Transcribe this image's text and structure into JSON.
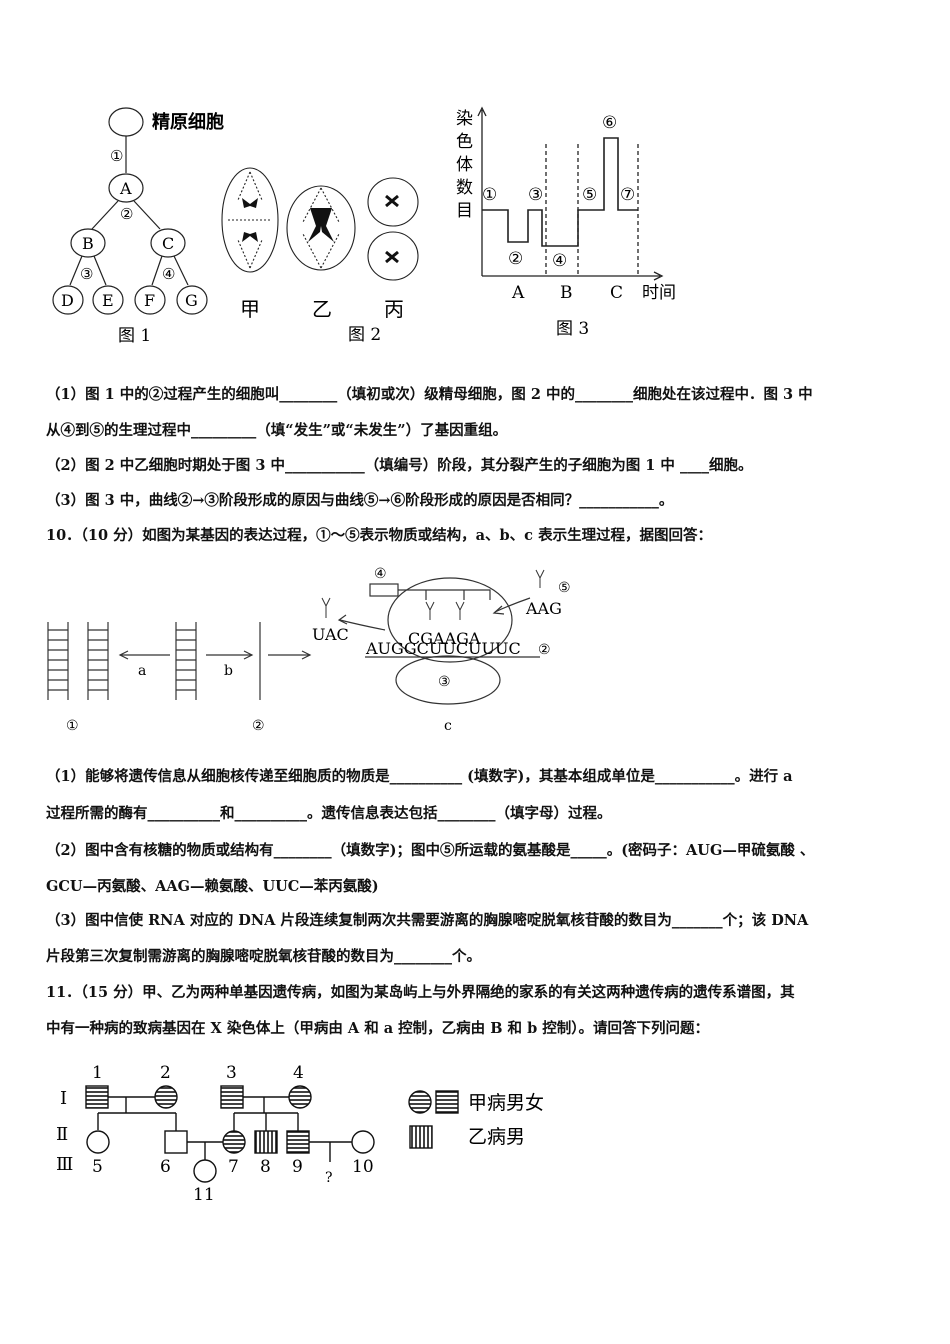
{
  "fig1": {
    "label_top": "精原细胞",
    "nodes": [
      "A",
      "B",
      "C",
      "D",
      "E",
      "F",
      "G"
    ],
    "steps": [
      "①",
      "②",
      "③",
      "④"
    ],
    "caption": "图 1"
  },
  "fig2": {
    "cell_labels": [
      "甲",
      "乙",
      "丙"
    ],
    "caption": "图 2"
  },
  "fig3": {
    "ylabel_chars": [
      "染",
      "色",
      "体",
      "数",
      "目"
    ],
    "xlabel": "时间",
    "x_marks": [
      "A",
      "B",
      "C"
    ],
    "stages": [
      "①",
      "②",
      "③",
      "④",
      "⑤",
      "⑥",
      "⑦"
    ],
    "caption": "图 3",
    "chart_data": {
      "type": "line",
      "series": [
        {
          "values": [
            2,
            1,
            2,
            1,
            2,
            4,
            2
          ]
        }
      ],
      "stages": [
        "①",
        "②",
        "③",
        "④",
        "⑤",
        "⑥",
        "⑦"
      ]
    }
  },
  "q9": {
    "l1": "（1）图 1 中的②过程产生的细胞叫________（填初或次）级精母细胞，图 2 中的________细胞处在该过程中．图 3 中",
    "l2": "从④到⑤的生理过程中_________（填“发生”或“未发生”）了基因重组。",
    "l3": "（2）图 2 中乙细胞时期处于图 3 中___________（填编号）阶段，其分裂产生的子细胞为图 1 中 ____细胞。",
    "l4": "（3）图 3 中，曲线②→③阶段形成的原因与曲线⑤→⑥阶段形成的原因是否相同？___________。"
  },
  "q10": {
    "l1": "10．（10 分）如图为某基因的表达过程，①～⑤表示物质或结构，a、b、c 表示生理过程，据图回答：",
    "fig": {
      "a": "a",
      "b": "b",
      "c": "c",
      "n1": "①",
      "n2": "②",
      "n3": "③",
      "n4": "④",
      "n5": "⑤",
      "uac": "UAC",
      "aag": "AAG",
      "cgaaga": "CGAAGA",
      "mrna": "AUGGCUUCUUUC"
    },
    "l2": "（1）能够将遗传信息从细胞核传递至细胞质的物质是__________ (填数字)，其基本组成单位是___________。进行 a",
    "l3": "过程所需的酶有__________和__________。遗传信息表达包括________（填字母）过程。",
    "l4": "（2）图中含有核糖的物质或结构有________（填数字)；图中⑤所运载的氨基酸是_____。(密码子：AUG—甲硫氨酸 、",
    "l5": "GCU—丙氨酸、AAG—赖氨酸、UUC—苯丙氨酸)",
    "l6": "（3）图中信使 RNA 对应的 DNA 片段连续复制两次共需要游离的胸腺嘧啶脱氧核苷酸的数目为_______个；该 DNA",
    "l7": "片段第三次复制需游离的胸腺嘧啶脱氧核苷酸的数目为________个。"
  },
  "q11": {
    "l1": "11．（15 分）甲、乙为两种单基因遗传病，如图为某岛屿上与外界隔绝的家系的有关这两种遗传病的遗传系谱图，其",
    "l2": "中有一种病的致病基因在 X 染色体上（甲病由 A 和 a 控制，乙病由 B 和 b 控制）。请回答下列问题：",
    "pedigree": {
      "gens": [
        "Ⅰ",
        "Ⅱ",
        "Ⅲ"
      ],
      "ids": [
        "1",
        "2",
        "3",
        "4",
        "5",
        "6",
        "7",
        "8",
        "9",
        "10",
        "11",
        "?"
      ],
      "legend1": "甲病男女",
      "legend2": "乙病男"
    }
  }
}
